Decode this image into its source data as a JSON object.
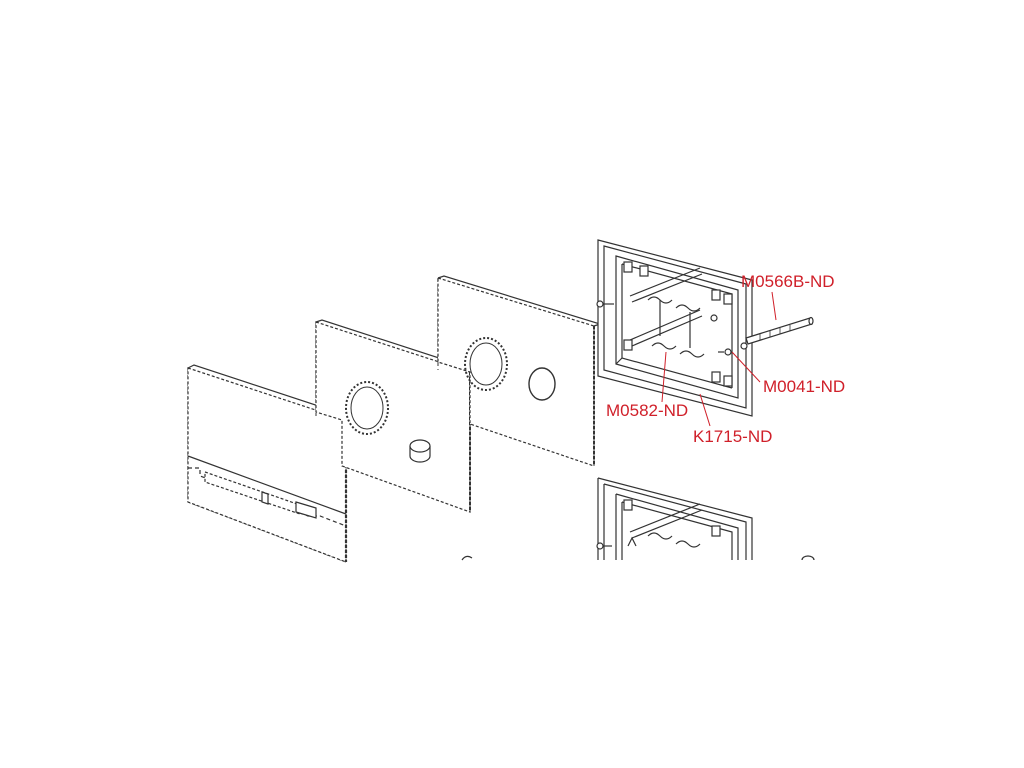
{
  "diagram": {
    "labels": [
      {
        "id": "m0566b",
        "text": "M0566B-ND"
      },
      {
        "id": "m0041",
        "text": "M0041-ND"
      },
      {
        "id": "m0582",
        "text": "M0582-ND"
      },
      {
        "id": "k1715",
        "text": "K1715-ND"
      }
    ],
    "colors": {
      "line": "#333333",
      "hidden_line": "#555555",
      "label": "#d0202a",
      "leader": "#d0202a",
      "background": "#ffffff"
    }
  }
}
